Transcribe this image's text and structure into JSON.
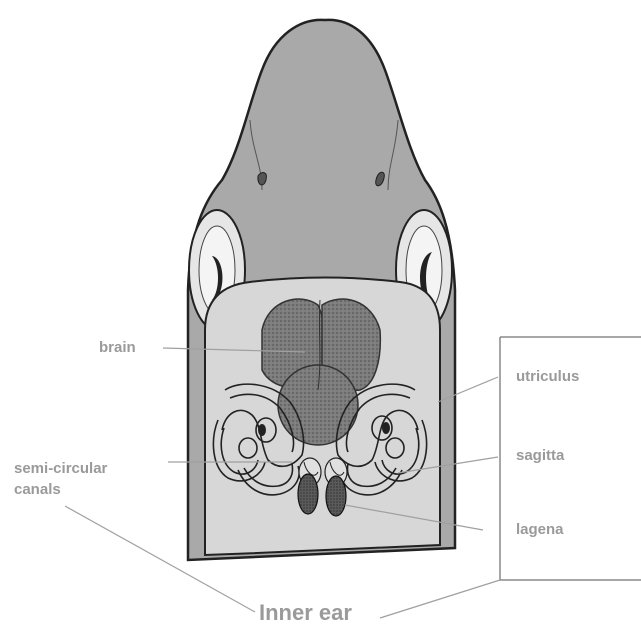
{
  "labels": {
    "brain": "brain",
    "semi_circular_line1": "semi-circular",
    "semi_circular_line2": "canals",
    "utriculus": "utriculus",
    "sagitta": "sagitta",
    "lagena": "lagena",
    "inner_ear": "Inner ear"
  },
  "colors": {
    "head_fill": "#a9a9a9",
    "head_outline": "#222222",
    "cavity_fill": "#d7d7d7",
    "brain_fill": "#7a7a7a",
    "eye_fill": "#e6e6e6",
    "label_text": "#9a9a9a",
    "leader_line": "#a0a0a0"
  }
}
